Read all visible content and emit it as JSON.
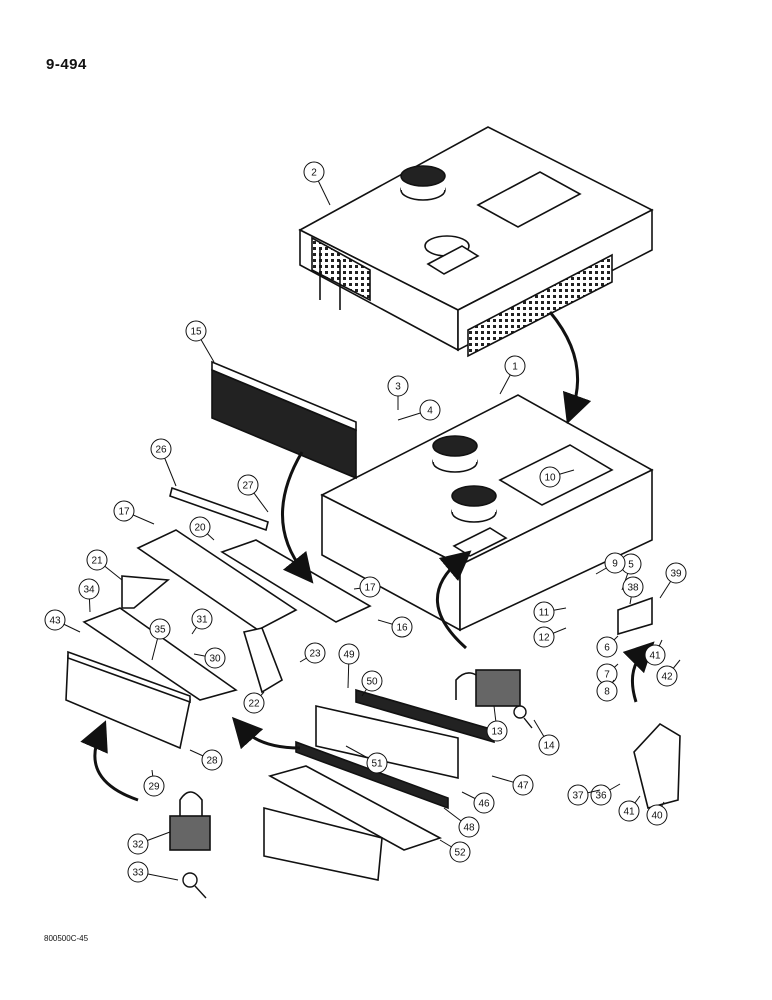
{
  "page_number": "9-494",
  "reference_code": "800500C-45",
  "callouts": [
    "1",
    "2",
    "3",
    "4",
    "5",
    "6",
    "7",
    "8",
    "9",
    "10",
    "11",
    "12",
    "13",
    "14",
    "15",
    "16",
    "17",
    "17",
    "20",
    "21",
    "22",
    "23",
    "26",
    "27",
    "28",
    "29",
    "30",
    "31",
    "32",
    "33",
    "34",
    "35",
    "36",
    "37",
    "38",
    "39",
    "40",
    "41",
    "41",
    "42",
    "43",
    "46",
    "47",
    "48",
    "49",
    "50",
    "51",
    "52"
  ]
}
